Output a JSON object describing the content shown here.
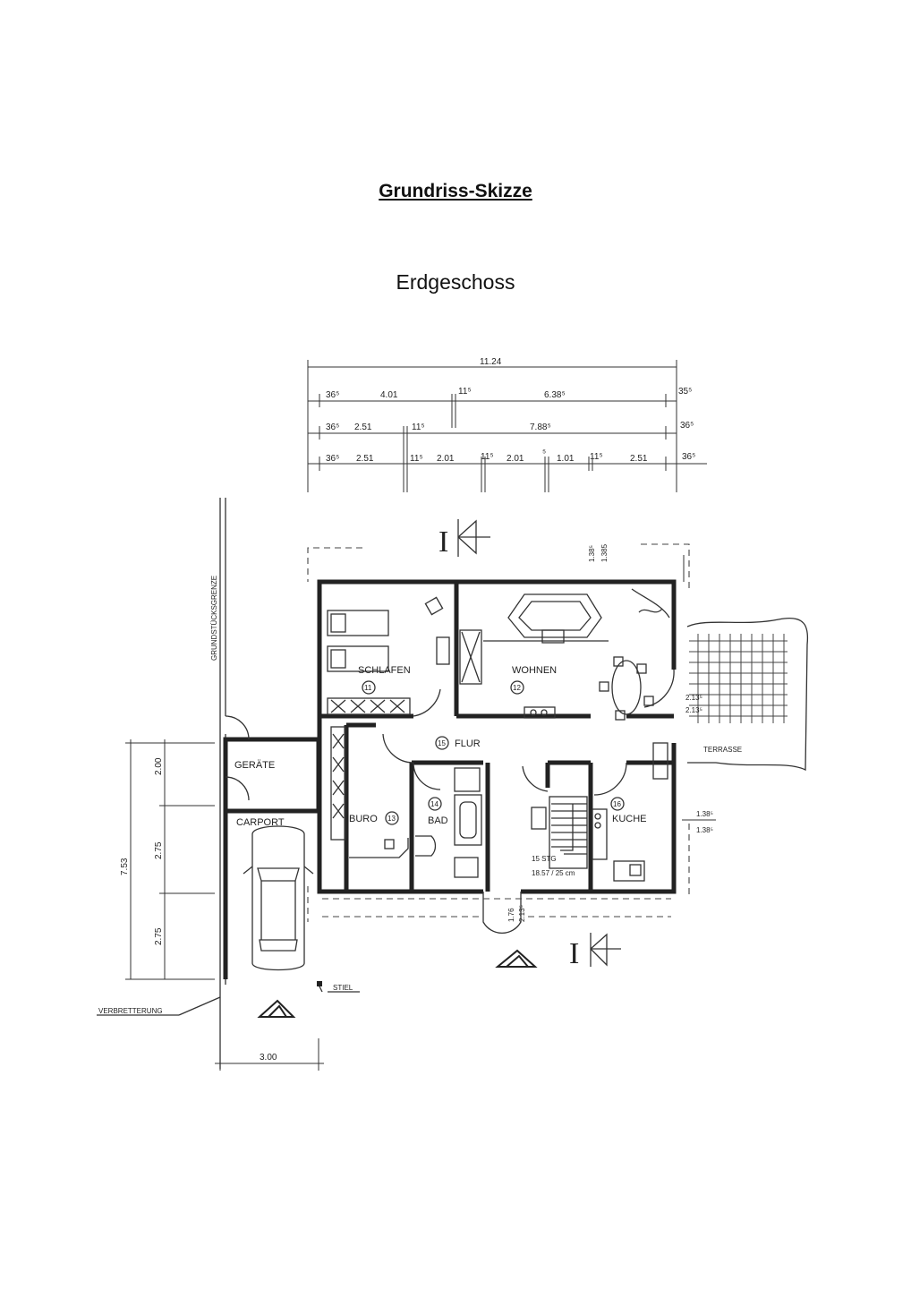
{
  "title": "Grundriss-Skizze",
  "subtitle": "Erdgeschoss",
  "dimensions": {
    "total_width": "11.24",
    "row1": [
      "36⁵",
      "4.01",
      "11⁵",
      "6.38⁵",
      "35⁵"
    ],
    "row2": [
      "36⁵",
      "2.51",
      "11⁵",
      "7.88⁵",
      "36⁵"
    ],
    "row3": [
      "36⁵",
      "2.51",
      "11⁵",
      "2.01",
      "11⁵",
      "2.01",
      "⁵",
      "1.01",
      "11⁵",
      "2.51",
      "36⁵"
    ],
    "right_top": [
      "1.38⁵",
      "1.385"
    ],
    "right_terrace": [
      "2.13⁵",
      "2.13⁵"
    ],
    "right_kitchen": [
      "1.38⁵",
      "1.38⁵"
    ],
    "bottom_entry": [
      "1.76",
      "2.13⁵"
    ],
    "left_total": "7.53",
    "left_segments": [
      "2.00",
      "2.75",
      "2.75"
    ],
    "carport_width": "3.00"
  },
  "rooms": {
    "schlafen": {
      "name": "SCHLAFEN",
      "number": "11"
    },
    "wohnen": {
      "name": "WOHNEN",
      "number": "12"
    },
    "flur": {
      "name": "FLUR",
      "number": "15"
    },
    "bad": {
      "name": "BAD",
      "number": "14"
    },
    "buero": {
      "name": "BURO",
      "number": "13"
    },
    "kueche": {
      "name": "KUCHE",
      "number": "16"
    }
  },
  "stairs": {
    "line1": "15 STG",
    "line2": "18.57 / 25 cm"
  },
  "labels": {
    "grenze": "GRUNDSTÜCKSGRENZE",
    "geraete": "GERÄTE",
    "carport": "CARPORT",
    "terrasse": "TERRASSE",
    "stiel": "STIEL",
    "verbretterung": "VERBRETTERUNG"
  },
  "section_marker": "I"
}
